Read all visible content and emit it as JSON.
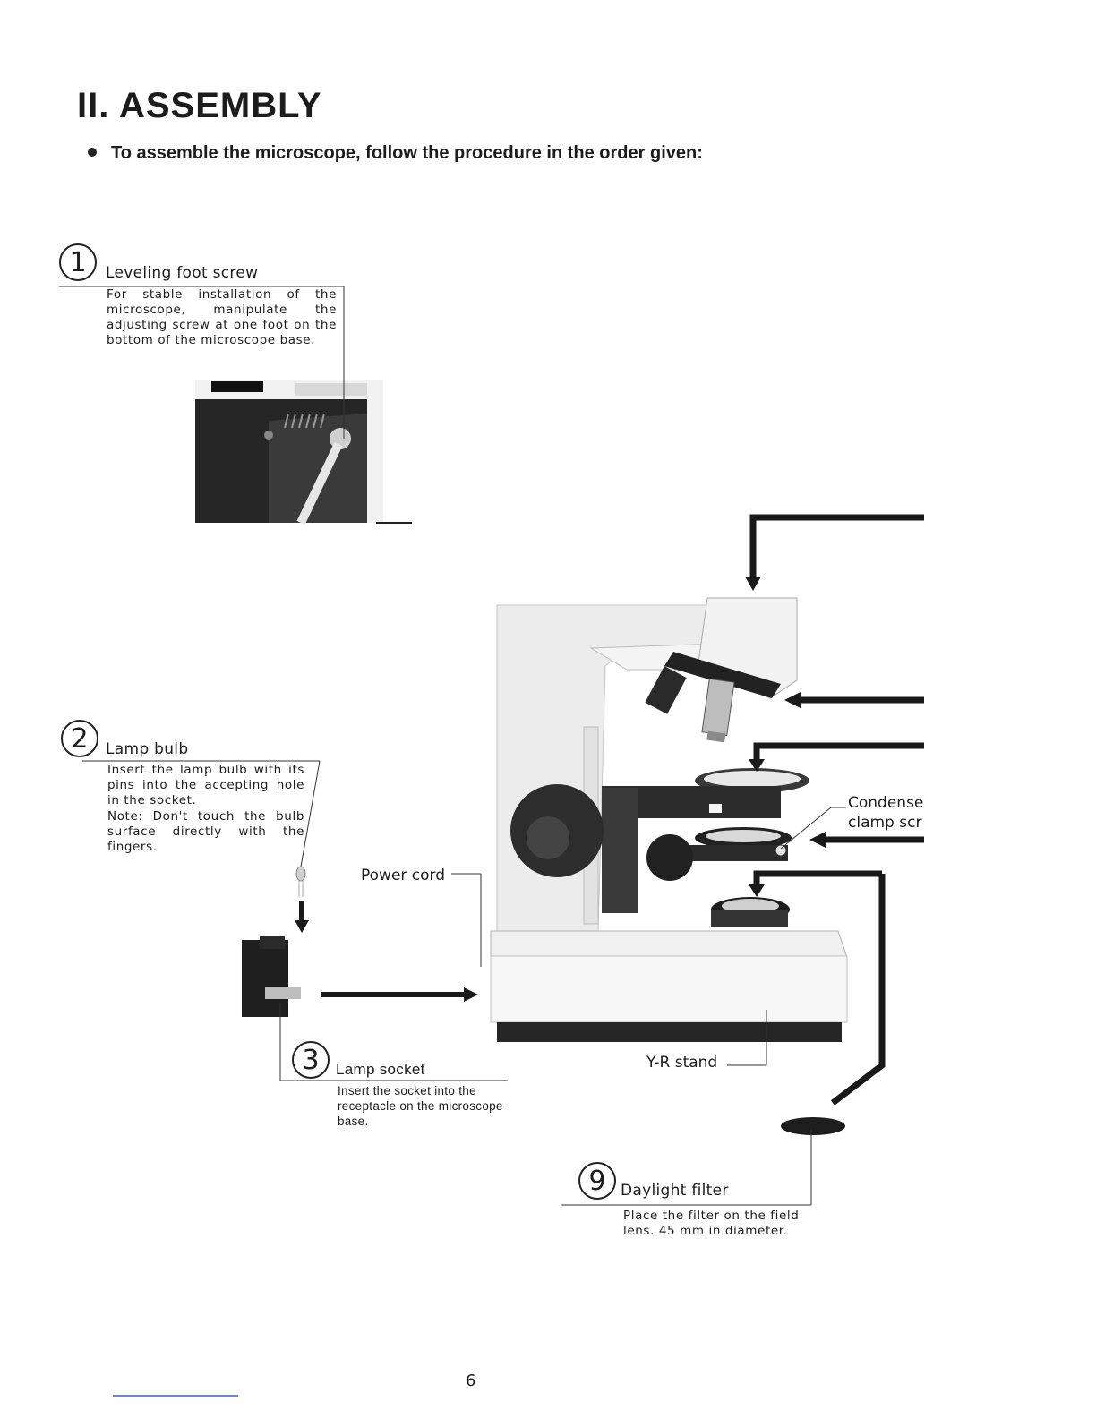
{
  "page": {
    "title": "II. ASSEMBLY",
    "intro": "To assemble the microscope, follow the procedure in the order given:",
    "page_number": "6"
  },
  "steps": [
    {
      "number": "1",
      "title": "Leveling foot screw",
      "description": "For stable installation of the microscope, manipulate the adjusting screw at one foot on the bottom of the microscope base."
    },
    {
      "number": "2",
      "title": "Lamp bulb",
      "description": "Insert the lamp bulb with its pins into the accepting hole in the socket.",
      "note": "Note: Don't touch the bulb surface directly with the fingers."
    },
    {
      "number": "3",
      "title": "Lamp socket",
      "description": "Insert the socket into the receptacle on the microscope base."
    },
    {
      "number": "9",
      "title": "Daylight filter",
      "description": "Place the filter on the field lens. 45 mm in diameter."
    }
  ],
  "labels": {
    "power_cord": "Power cord",
    "condenser_line1": "Condense",
    "condenser_line2": "clamp scr",
    "stand": "Y-R stand"
  }
}
